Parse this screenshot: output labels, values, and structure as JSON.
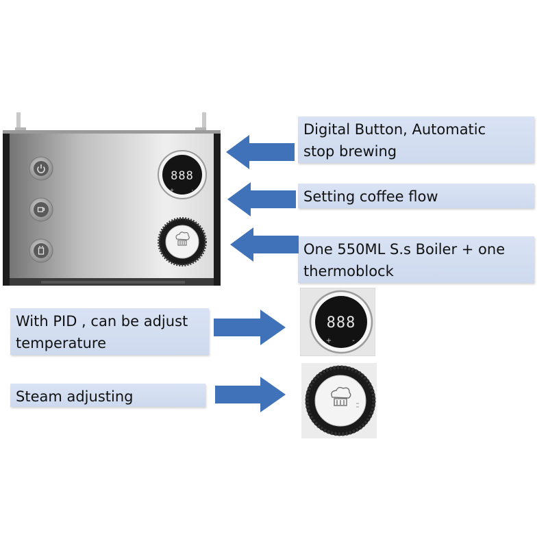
{
  "callouts": {
    "digital_button": "Digital Button, Automatic\nstop brewing",
    "coffee_flow": "Setting coffee flow",
    "boiler": "One 550ML S.s Boiler + one\nthermoblock",
    "pid": "With PID , can be adjust\ntemperature",
    "steam": "Steam adjusting"
  },
  "display": {
    "digits": "888",
    "plus": "+",
    "minus": "-"
  },
  "colors": {
    "arrow": "#3f72b9",
    "callout_bg": "#d4def2"
  },
  "icons": [
    "power-icon",
    "cup-icon",
    "steam-cup-icon"
  ]
}
